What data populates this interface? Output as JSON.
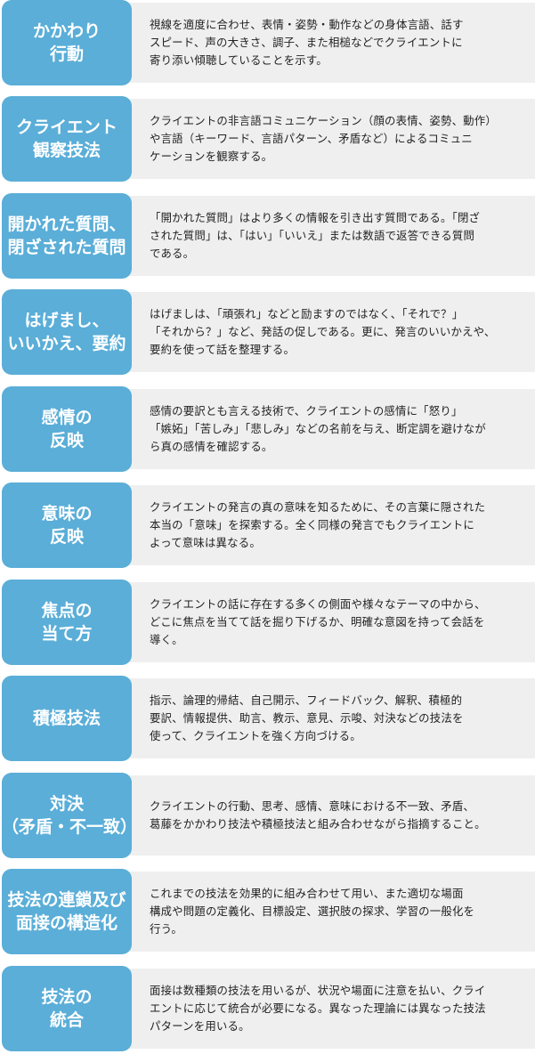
{
  "items": [
    {
      "label": "かかわり\n行動",
      "description": "視線を適度に合わせ、表情・姿勢・動作などの身体言語、話す\nスピード、声の大きさ、調子、また相槌などでクライエントに\n寄り添い傾聴していることを示す。"
    },
    {
      "label": "クライエント\n観察技法",
      "description": "クライエントの非言語コミュニケーション（顔の表情、姿勢、動作）\nや言語（キーワード、言語パターン、矛盾など）によるコミュニ\nケーションを観察する。"
    },
    {
      "label": "開かれた質問、\n閉ざされた質問",
      "description": "「開かれた質問」はより多くの情報を引き出す質問である。「閉ざ\nされた質問」は、「はい」「いいえ」または数語で返答できる質問\nである。"
    },
    {
      "label": "はげまし、\nいいかえ、要約",
      "description": "はげましは、「頑張れ」などと励ますのではなく、「それで？」\n「それから？」など、発話の促しである。更に、発言のいいかえや、\n要約を使って話を整理する。"
    },
    {
      "label": "感情の\n反映",
      "description": "感情の要訳とも言える技術で、クライエントの感情に「怒り」\n「嫉妬」「苦しみ」「悲しみ」などの名前を与え、断定調を避けなが\nら真の感情を確認する。"
    },
    {
      "label": "意味の\n反映",
      "description": "クライエントの発言の真の意味を知るために、その言葉に隠された\n本当の「意味」を探索する。全く同様の発言でもクライエントに\nよって意味は異なる。"
    },
    {
      "label": "焦点の\n当て方",
      "description": "クライエントの話に存在する多くの側面や様々なテーマの中から、\nどこに焦点を当てて話を掘り下げるか、明確な意図を持って会話を\n導く。"
    },
    {
      "label": "積極技法",
      "description": "指示、論理的帰結、自己開示、フィードバック、解釈、積極的\n要訳、情報提供、助言、教示、意見、示唆、対決などの技法を\n使って、クライエントを強く方向づける。"
    },
    {
      "label": "対決\n（矛盾・不一致）",
      "description": "クライエントの行動、思考、感情、意味における不一致、矛盾、\n葛藤をかかわり技法や積極技法と組み合わせながら指摘すること。"
    },
    {
      "label": "技法の連鎖及び\n面接の構造化",
      "description": "これまでの技法を効果的に組み合わせて用い、また適切な場面\n構成や問題の定義化、目標設定、選択肢の探求、学習の一般化を\n行う。"
    },
    {
      "label": "技法の\n統合",
      "description": "面接は数種類の技法を用いるが、状況や場面に注意を払い、クライ\nエントに応じて統合が必要になる。異なった理論には異なった技法\nパターンを用いる。"
    }
  ],
  "colors": {
    "label_bg": "#5aaed8",
    "label_text": "#ffffff",
    "description_bg": "#efefef",
    "description_text": "#222222"
  }
}
